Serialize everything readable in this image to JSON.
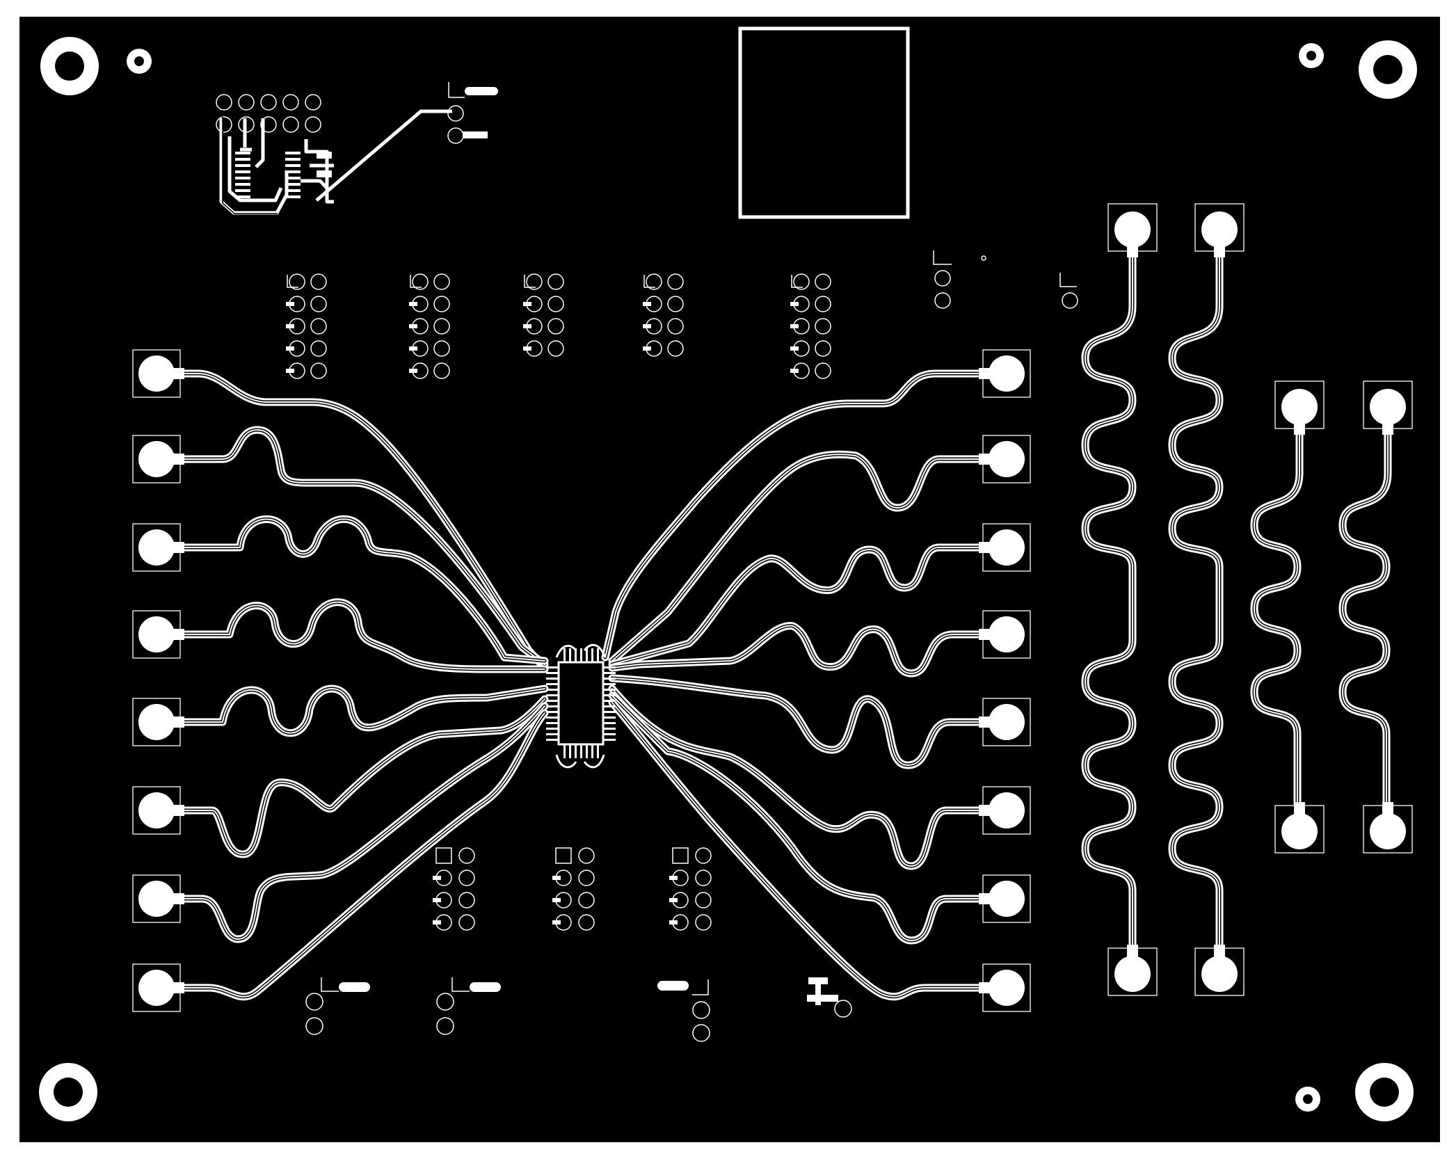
{
  "colors": {
    "substrate": "#000000",
    "copper": "#ffffff",
    "background": "#ffffff"
  },
  "board": {
    "mounting_holes": 4,
    "small_vias": 3,
    "left_sma_connectors": 8,
    "right_sma_connectors": 8,
    "meander_test_lines": 4,
    "ic_package": "qfp",
    "top_header_groups": 5,
    "bottom_header_groups": 3
  }
}
